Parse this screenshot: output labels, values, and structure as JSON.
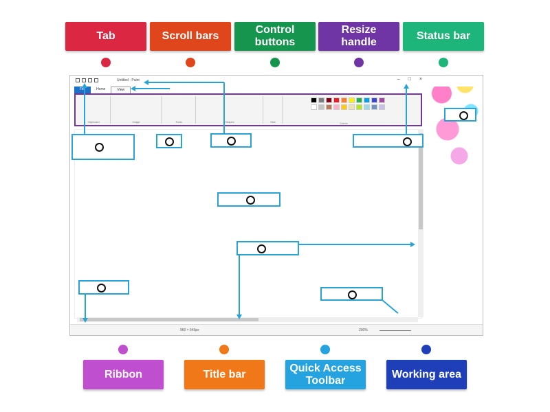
{
  "labels_top": [
    {
      "text": "Tab",
      "color": "#dc2743"
    },
    {
      "text": "Scroll bars",
      "color": "#e0461b"
    },
    {
      "text": "Control buttons",
      "color": "#16954e"
    },
    {
      "text": "Resize handle",
      "color": "#6f35a5"
    },
    {
      "text": "Status bar",
      "color": "#1db57a"
    }
  ],
  "labels_bottom": [
    {
      "text": "Ribbon",
      "color": "#bf4fcf"
    },
    {
      "text": "Title bar",
      "color": "#f07818"
    },
    {
      "text": "Quick Access Toolbar",
      "color": "#24a3e0"
    },
    {
      "text": "Working area",
      "color": "#1e3fb8"
    }
  ],
  "paint": {
    "window_title": "Untitled - Paint",
    "tabs": [
      "File",
      "Home",
      "View"
    ],
    "control_buttons": [
      "–",
      "□",
      "×"
    ],
    "groups": [
      "Clipboard",
      "Image",
      "Tools",
      "Shapes",
      "Size",
      "Colors"
    ],
    "status_size": "960 × 540px",
    "zoom": "200%"
  },
  "zone_marker": "o",
  "accent": "#29a3d6",
  "ribbon_border": "#6f3a8d"
}
